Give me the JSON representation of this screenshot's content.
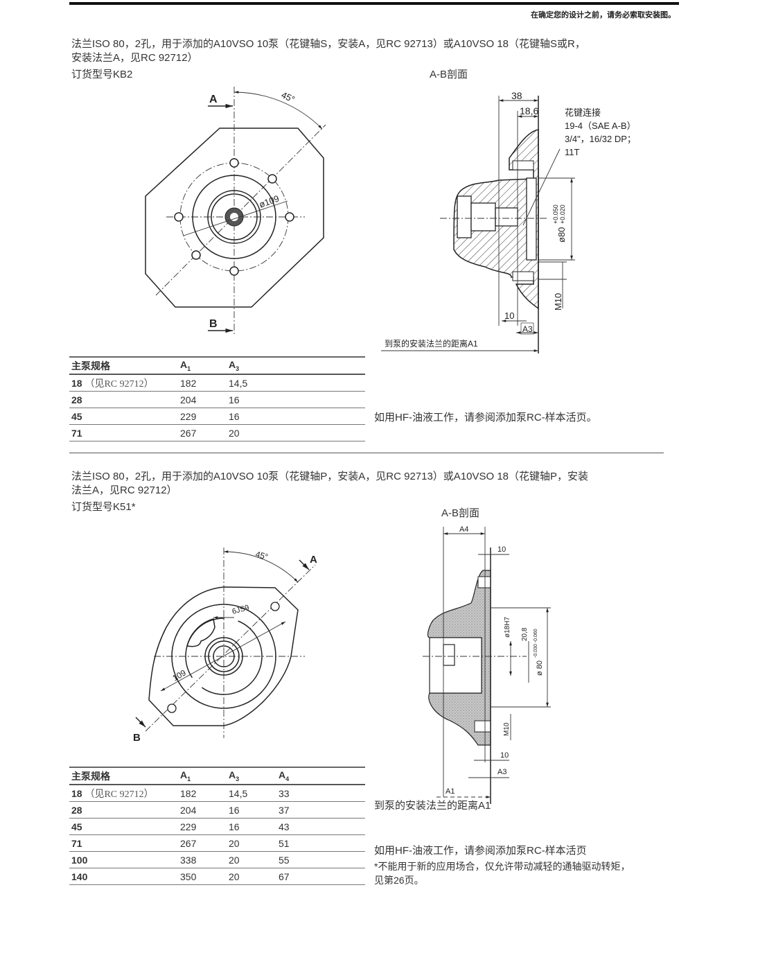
{
  "header": {
    "note": "在确定您的设计之前，请务必索取安装图。"
  },
  "section1": {
    "title_line1": "法兰ISO 80，2孔，用于添加的A10VSO 10泵（花键轴S，安装A，见RC 92713）或A10VSO 18（花键轴S或R，",
    "title_line2": "安装法兰A，见RC 92712）",
    "order_code": "订货型号KB2",
    "section_label": "A-B剖面",
    "front_view": {
      "label_a": "A",
      "label_b": "B",
      "angle": "45°",
      "diameter": "ø109"
    },
    "section_view": {
      "dim_38": "38",
      "dim_18_6": "18,6",
      "spline_title": "花键连接",
      "spline_line1": "19-4（SAE A-B）",
      "spline_line2": "3/4\"，16/32 DP；",
      "spline_line3": "11T",
      "dim_d80": "ø80",
      "tol_upper": "+0.050",
      "tol_lower": "+0.020",
      "dim_m10": "M10",
      "dim_10": "10",
      "dim_a3": "A3",
      "distance_label": "到泵的安装法兰的距离A1"
    },
    "table": {
      "headers": [
        "主泵规格",
        "A1",
        "A3"
      ],
      "rows": [
        {
          "size": "18",
          "ref": "（见RC 92712）",
          "a1": "182",
          "a3": "14,5"
        },
        {
          "size": "28",
          "ref": "",
          "a1": "204",
          "a3": "16"
        },
        {
          "size": "45",
          "ref": "",
          "a1": "229",
          "a3": "16"
        },
        {
          "size": "71",
          "ref": "",
          "a1": "267",
          "a3": "20"
        }
      ]
    },
    "hf_note": "如用HF-油液工作，请参阅添加泵RC-样本活页。"
  },
  "section2": {
    "title_line1": "法兰ISO 80，2孔，用于添加的A10VSO 10泵（花键轴P，安装A，见RC 92713）或A10VSO 18（花键轴P，安装",
    "title_line2": "法兰A，见RC 92712）",
    "order_code": "订货型号K51*",
    "section_label": "A-B剖面",
    "front_view": {
      "label_a": "A",
      "label_b": "B",
      "angle": "45°",
      "dim_109": "109",
      "key": "6JS9"
    },
    "section_view": {
      "dim_a4": "A4",
      "dim_10_top": "10",
      "dim_d18": "ø18H7",
      "dim_20_8": "20,8",
      "dim_d80": "ø 80",
      "tol": "-0.030 -0.060",
      "dim_m10": "M10",
      "dim_10_bottom": "10",
      "dim_a3": "A3",
      "dim_a1": "A1",
      "distance_label": "到泵的安装法兰的距离A1"
    },
    "table": {
      "headers": [
        "主泵规格",
        "A1",
        "A3",
        "A4"
      ],
      "rows": [
        {
          "size": "18",
          "ref": "（见RC 92712）",
          "a1": "182",
          "a3": "14,5",
          "a4": "33"
        },
        {
          "size": "28",
          "ref": "",
          "a1": "204",
          "a3": "16",
          "a4": "37"
        },
        {
          "size": "45",
          "ref": "",
          "a1": "229",
          "a3": "16",
          "a4": "43"
        },
        {
          "size": "71",
          "ref": "",
          "a1": "267",
          "a3": "20",
          "a4": "51"
        },
        {
          "size": "100",
          "ref": "",
          "a1": "338",
          "a3": "20",
          "a4": "55"
        },
        {
          "size": "140",
          "ref": "",
          "a1": "350",
          "a3": "20",
          "a4": "67"
        }
      ]
    },
    "hf_note": "如用HF-油液工作，请参阅添加泵RC-样本活页",
    "footnote_line1": "*不能用于新的应用场合，仅允许带动减轻的通轴驱动转矩，",
    "footnote_line2": "见第26页。"
  }
}
